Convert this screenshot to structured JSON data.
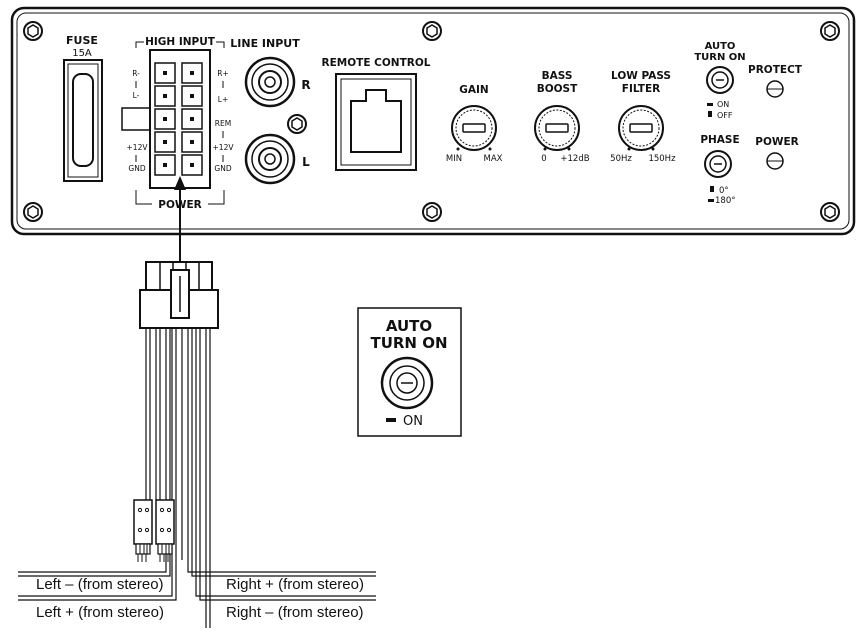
{
  "panel": {
    "fuse": {
      "title": "FUSE",
      "rating": "15A"
    },
    "high_input": {
      "title": "HIGH INPUT",
      "power_label": "POWER",
      "left_pins": [
        "R-",
        "L-",
        "+12V",
        "GND"
      ],
      "right_pins": [
        "R+",
        "L+",
        "REM",
        "+12V",
        "GND"
      ]
    },
    "line_input": {
      "title": "LINE INPUT",
      "right": "R",
      "left": "L"
    },
    "remote_control": {
      "title": "REMOTE CONTROL"
    },
    "gain": {
      "title": "GAIN",
      "min": "MIN",
      "max": "MAX"
    },
    "bass_boost": {
      "title_1": "BASS",
      "title_2": "BOOST",
      "min": "0",
      "max": "+12dB"
    },
    "low_pass": {
      "title_1": "LOW PASS",
      "title_2": "FILTER",
      "min": "50Hz",
      "max": "150Hz"
    },
    "auto_turn_on": {
      "title_1": "AUTO",
      "title_2": "TURN ON",
      "on": "ON",
      "off": "OFF"
    },
    "phase": {
      "title": "PHASE",
      "a": "0°",
      "b": "180°"
    },
    "protect": {
      "title": "PROTECT"
    },
    "power": {
      "title": "POWER"
    }
  },
  "detail": {
    "title_1": "AUTO",
    "title_2": "TURN ON",
    "on": "ON"
  },
  "wires": {
    "left_minus": "Left – (from stereo)",
    "left_plus": "Left + (from stereo)",
    "right_plus": "Right + (from stereo)",
    "right_minus": "Right – (from stereo)"
  }
}
